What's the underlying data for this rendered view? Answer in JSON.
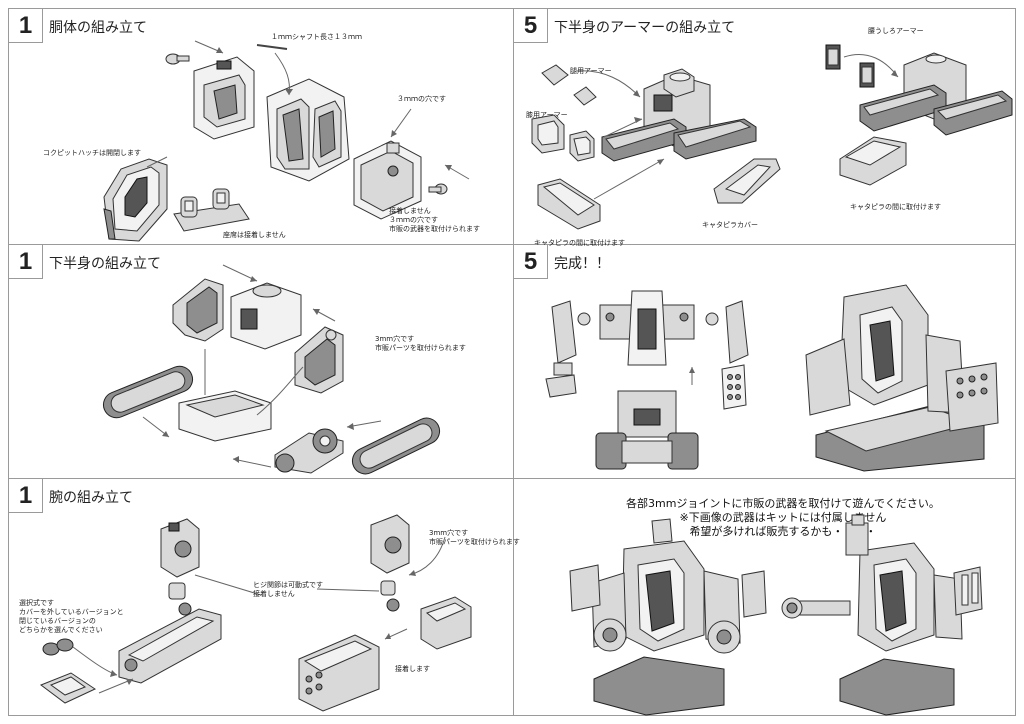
{
  "sections": {
    "body_assembly": {
      "step": "1",
      "title": "胴体の組み立て",
      "notes": {
        "shaft": "１ｍｍシャフト長さ１３ｍｍ",
        "hole": "３ｍｍの穴です",
        "cockpit": "コクピットハッチは開閉します",
        "seat": "座席は接着しません",
        "weapon": "接着しません\n３ｍｍの穴です\n市販の武器を取付けられます"
      }
    },
    "lower_armor": {
      "step": "5",
      "title": "下半身のアーマーの組み立て",
      "notes": {
        "waist_back": "腰うしろアーマー",
        "thigh": "腿用アーマー",
        "knee": "膝用アーマー",
        "track_between_left": "キャタピラの間に取付けます",
        "track_cover": "キャタピラカバー",
        "track_between_right": "キャタピラの間に取付けます"
      }
    },
    "lower_body": {
      "step": "1",
      "title": "下半身の組み立て",
      "notes": {
        "hole": "3mm穴です\n市販パーツを取付けられます"
      }
    },
    "complete": {
      "step": "5",
      "title": "完成！！"
    },
    "arm_assembly": {
      "step": "1",
      "title": "腕の組み立て",
      "notes": {
        "option": "選択式です\nカバーを外しているバージョンと\n閉じているバージョンの\nどちらかを選んでください",
        "elbow": "ヒジ関節は可動式です\n接着しません",
        "hole": "3mm穴です\n市販パーツを取付けられます",
        "glue": "接着します"
      }
    },
    "weapons": {
      "text": "各部3mmジョイントに市販の武器を取付けて遊んでください。\n※下画像の武器はキットには付属しません\n希望が多ければ販売するかも・・・・"
    }
  }
}
